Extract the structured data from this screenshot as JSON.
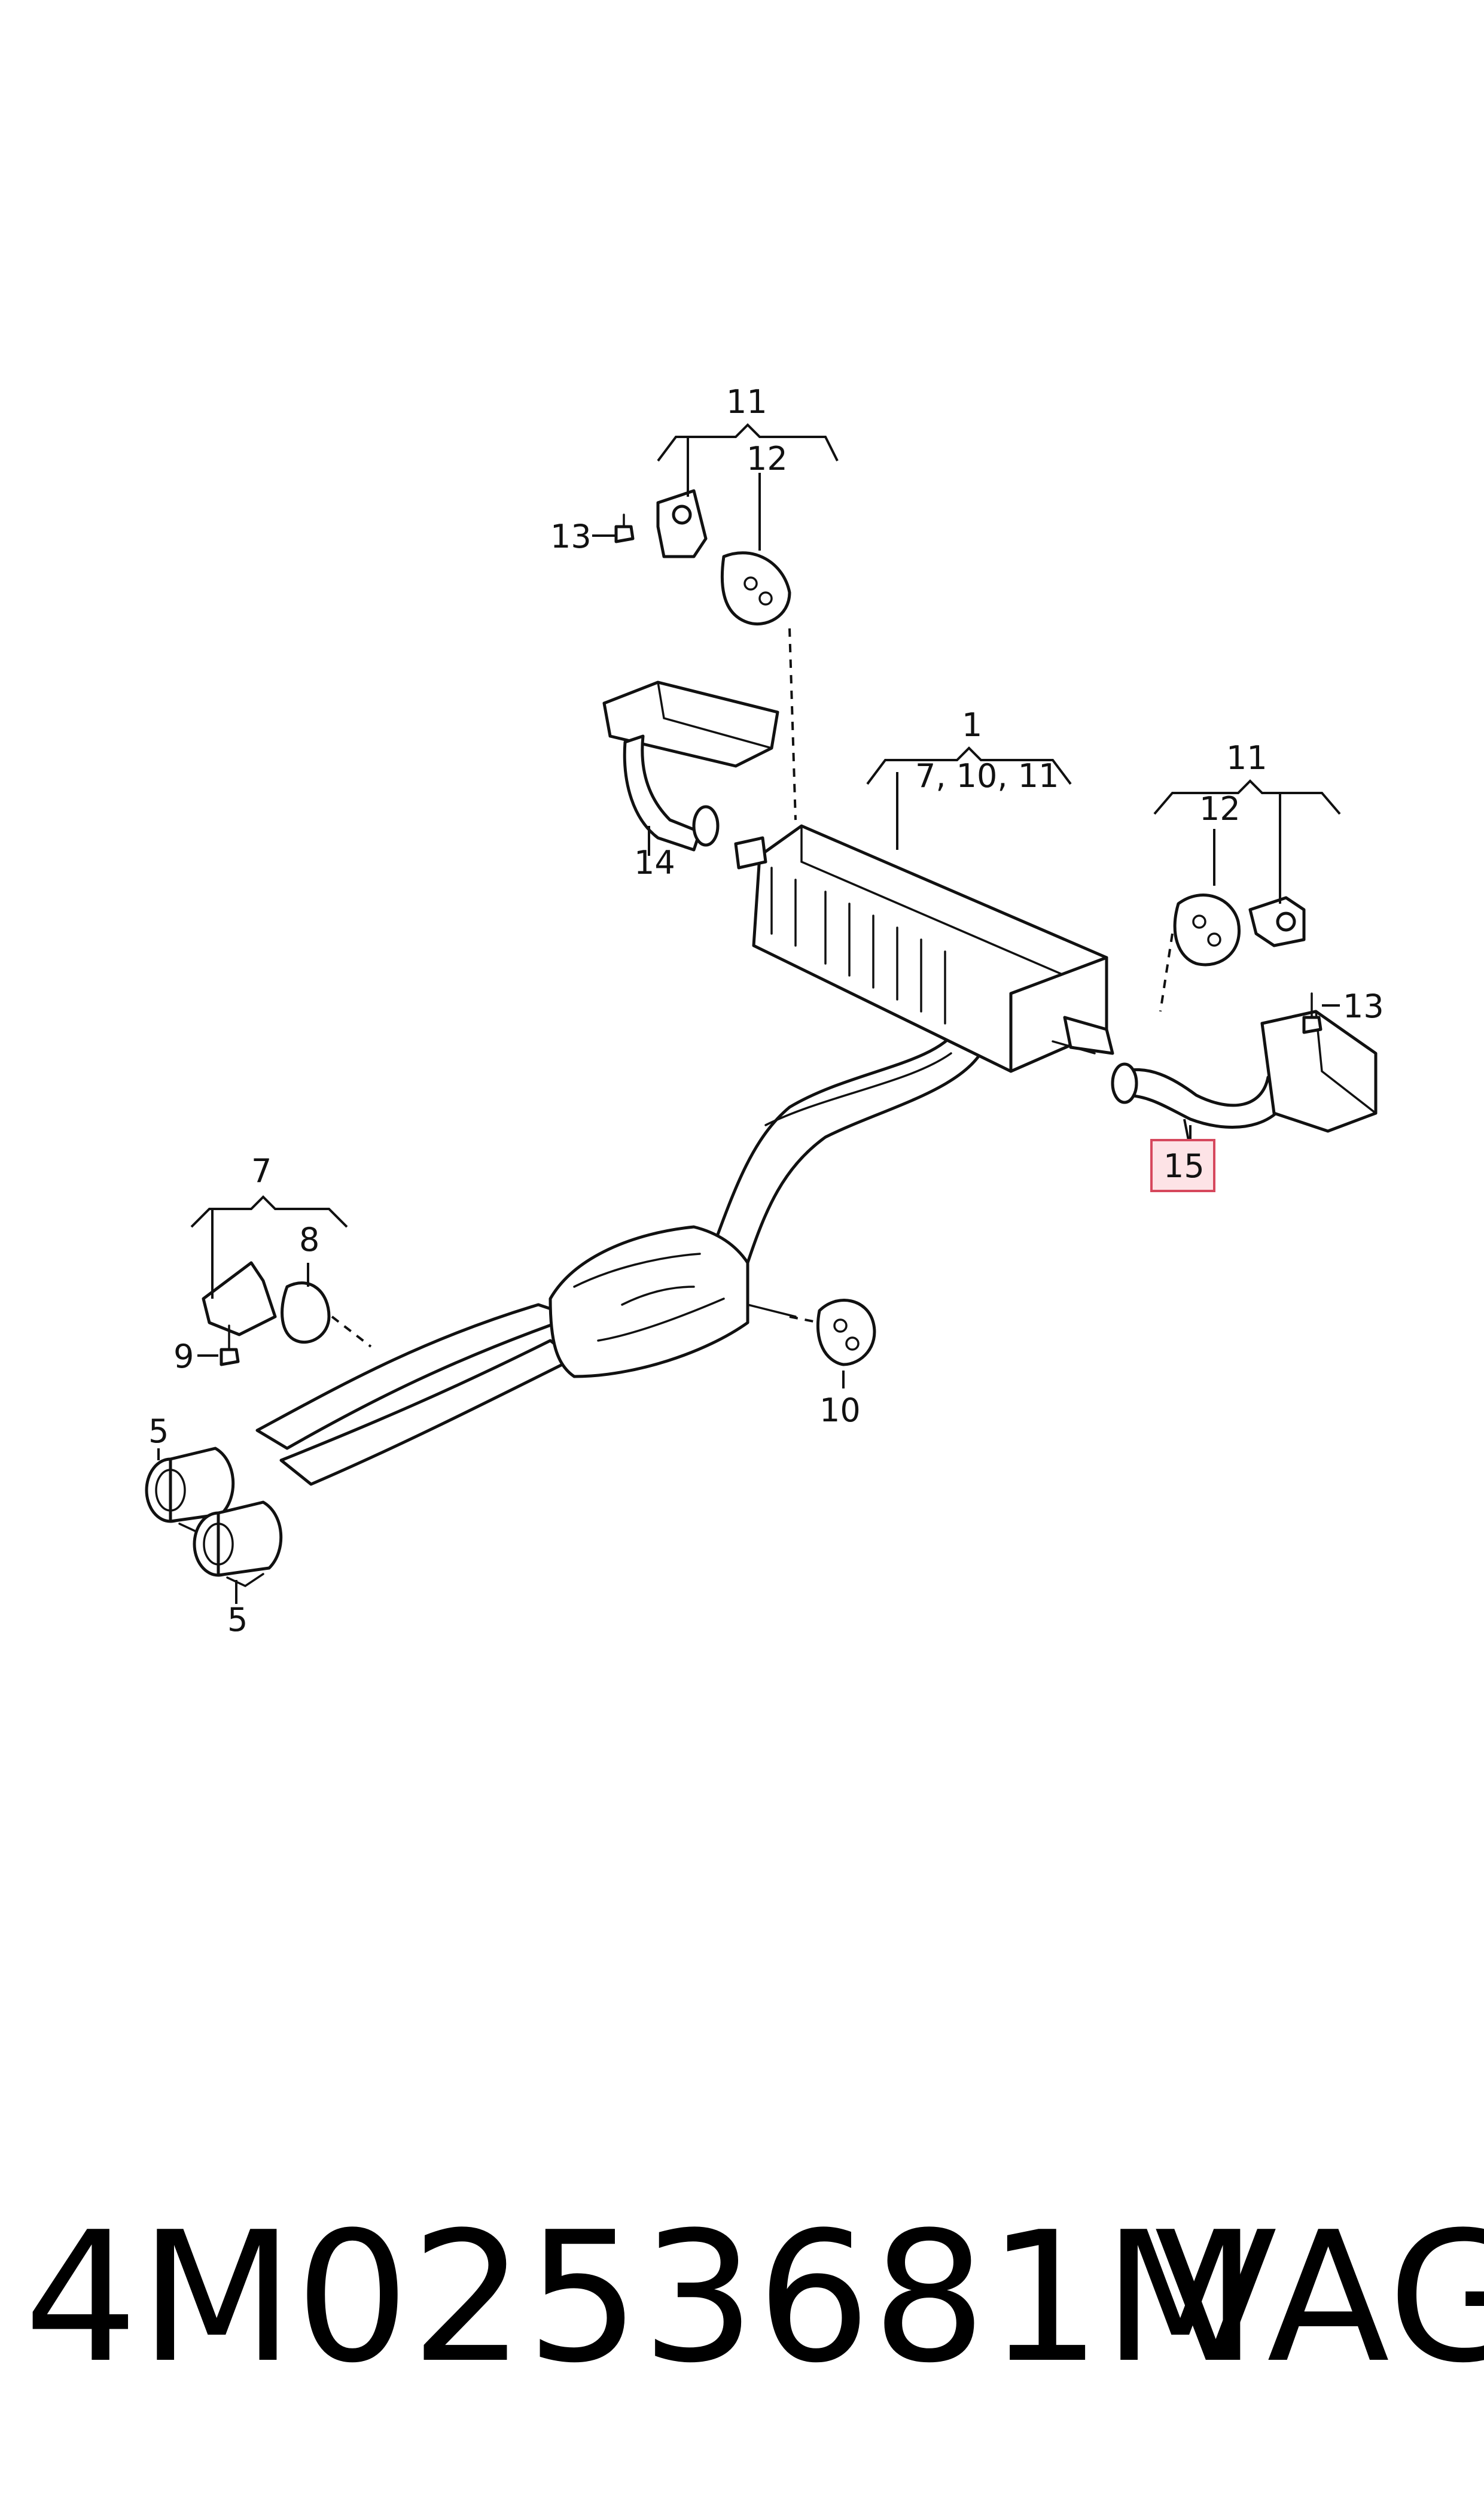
{
  "callouts": {
    "c11_top": "11",
    "c12_top": "12",
    "c13_left": "13",
    "c14": "14",
    "c1": "1",
    "c1_sub": "7, 10, 11",
    "c11_right": "11",
    "c12_right": "12",
    "c13_right": "13",
    "c15": "15",
    "c7": "7",
    "c8": "8",
    "c9": "9",
    "c10": "10",
    "c5_upper": "5",
    "c5_lower": "5"
  },
  "highlight_color": "#d6485d",
  "part_number": "4M0253681M",
  "brand": "VAG"
}
